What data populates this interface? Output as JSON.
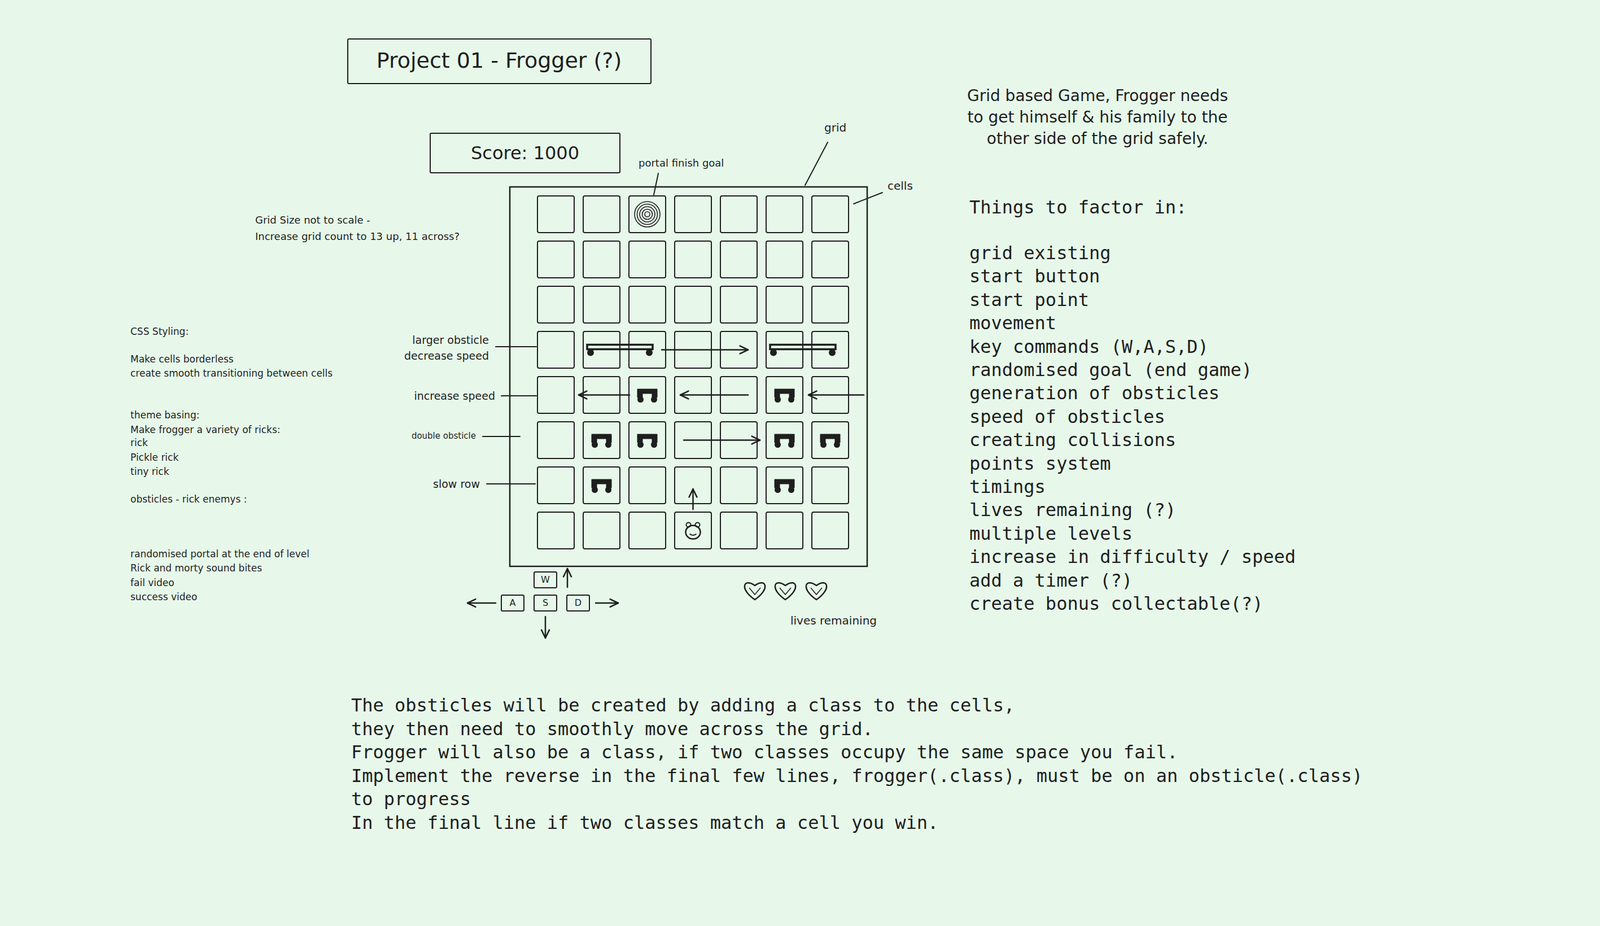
{
  "diagram": {
    "title": "Project 01 - Frogger (?)",
    "nodes": [
      {
        "text": [
          "Score: 1000"
        ]
      },
      {
        "text": [
          "W"
        ]
      },
      {
        "text": [
          "A"
        ]
      },
      {
        "text": [
          "S"
        ]
      },
      {
        "text": [
          "D"
        ]
      }
    ],
    "labels": [
      "portal finish goal",
      "grid",
      "cells",
      "Grid Size not to scale -",
      "Increase grid count to 13 up, 11 across?",
      "larger obsticle",
      "decrease speed",
      "increase speed",
      "double obsticle",
      "slow row",
      "lives remaining",
      "CSS Styling:",
      "Make cells borderless",
      "create smooth transitioning between cells",
      "theme basing:",
      "Make frogger a variety of ricks:",
      "rick",
      "Pickle rick",
      "tiny rick",
      "obsticles - rick enemys :",
      "randomised portal at the end of level",
      "Rick and morty sound bites",
      "fail video",
      "success video",
      "Grid based Game, Frogger needs",
      "to get himself & his family to the",
      "other side of the grid safely.",
      "Things to factor in:",
      "grid existing",
      "start button",
      "start point",
      "movement",
      "key commands (W,A,S,D)",
      "randomised goal (end game)",
      "generation of obsticles",
      "speed of obsticles",
      "creating collisions",
      "points system",
      "timings",
      "lives remaining (?)",
      "multiple levels",
      "increase in difficulty / speed",
      "add a timer (?)",
      "create bonus collectable(?)",
      "The obsticles will be created by adding a class to the cells,",
      "they then need to smoothly move across the grid.",
      "Frogger will also be a class, if two classes occupy the same space you fail.",
      "Implement the reverse in the final few lines, frogger(.class), must be on an obsticle(.class)",
      "to progress",
      "In the final line if two classes match a cell you win."
    ]
  }
}
